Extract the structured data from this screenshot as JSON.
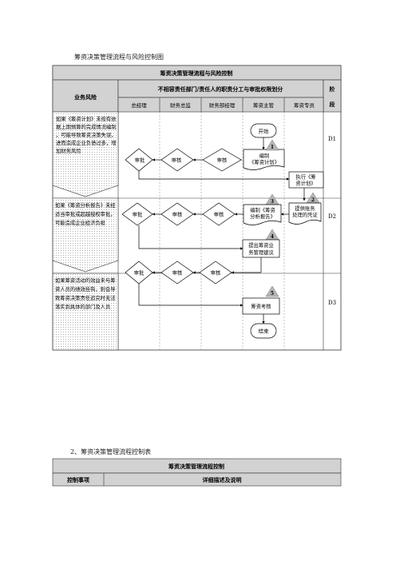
{
  "document": {
    "heading": "筹资决策管理流程与风险控制图",
    "section2_heading": "2、筹资决策管理流程控制表"
  },
  "flowchart": {
    "title": "筹资决策管理流程与风险控制",
    "risk_header": "业务风险",
    "responsibility_header": "不相容责任部门/责任人的职责分工与审批权限划分",
    "stage_header": "阶段",
    "columns": [
      "总经理",
      "财务总监",
      "财务部经理",
      "筹资主管",
      "筹资专员"
    ],
    "risks": [
      "如果《筹资计划》未按有依据上期预算的完成情况编制，可能导致筹资决策失误，进而造成企业负债过多，增加财务风险",
      "如果《筹资分析报告》未经适当审批或超越授权审批，可能造成企业经济负担",
      "如果筹资活动的效益未与筹资人员的绩效挂钩，则会导致筹资决策责任追究时无法落实到具体的部门及人员"
    ],
    "stages": [
      "D1",
      "D2",
      "D3"
    ],
    "nodes": {
      "start": "开始",
      "compile_plan": "编制《筹资计划》",
      "approve": "审批",
      "review": "审核",
      "execute_plan": "执行《筹资计划》",
      "compile_report": "编制《筹资分析报告》",
      "provide_voucher": "提供账务处理的凭证",
      "propose_advice": "提出筹资业务管理建议",
      "assess": "筹资考核",
      "end": "结束"
    },
    "markers": [
      "1",
      "2",
      "3",
      "4",
      "5"
    ]
  },
  "control_table": {
    "title": "筹资决策管理流程控制",
    "col1": "控制事项",
    "col2": "详细描述及说明"
  }
}
